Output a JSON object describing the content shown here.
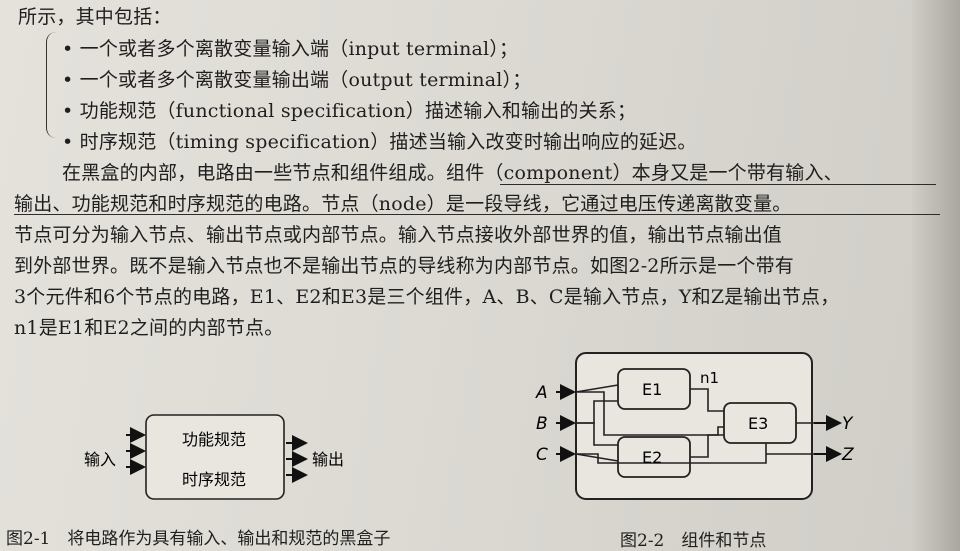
{
  "text": {
    "intro": "所示，其中包括：",
    "bullets": [
      "• 一个或者多个离散变量输入端（input terminal）；",
      "• 一个或者多个离散变量输出端（output terminal）；",
      "• 功能规范（functional specification）描述输入和输出的关系；",
      "• 时序规范（timing specification）描述当输入改变时输出响应的延迟。"
    ],
    "paragraph": [
      "在黑盒的内部，电路由一些节点和组件组成。组件（component）本身又是一个带有输入、",
      "输出、功能规范和时序规范的电路。节点（node）是一段导线，它通过电压传递离散变量。",
      "节点可分为输入节点、输出节点或内部节点。输入节点接收外部世界的值，输出节点输出值",
      "到外部世界。既不是输入节点也不是输出节点的导线称为内部节点。如图2-2所示是一个带有",
      "3个元件和6个节点的电路，E1、E2和E3是三个组件，A、B、C是输入节点，Y和Z是输出节点，",
      "n1是E1和E2之间的内部节点。"
    ]
  },
  "fig1": {
    "input": "输入",
    "output": "输出",
    "functional": "功能规范",
    "timing": "时序规范"
  },
  "fig2": {
    "a": "A",
    "b": "B",
    "c": "C",
    "y": "Y",
    "z": "Z",
    "e1": "E1",
    "e2": "E2",
    "e3": "E3",
    "n1": "n1"
  },
  "captions": {
    "fig1": "图2-1　将电路作为具有输入、输出和规范的黑盒子",
    "fig2": "图2-2　组件和节点"
  }
}
